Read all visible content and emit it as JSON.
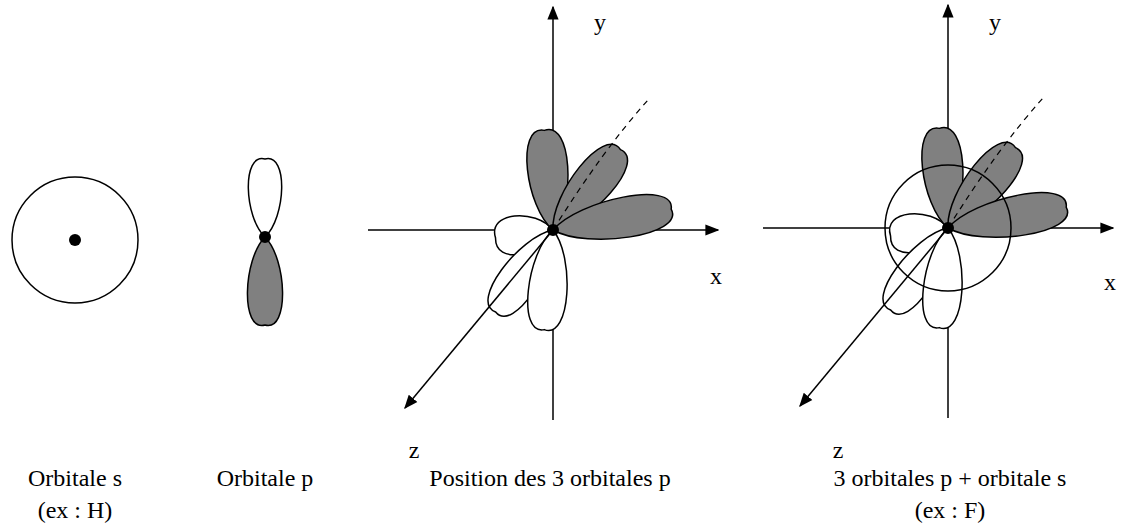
{
  "diagram": {
    "labels": [
      "y",
      "y",
      "x",
      "x",
      "z",
      "z",
      "Orbitale s",
      "(ex : H)",
      "Orbitale p",
      "Position des 3 orbitales p",
      "3 orbitales p + orbitale s",
      "(ex : F)"
    ]
  }
}
